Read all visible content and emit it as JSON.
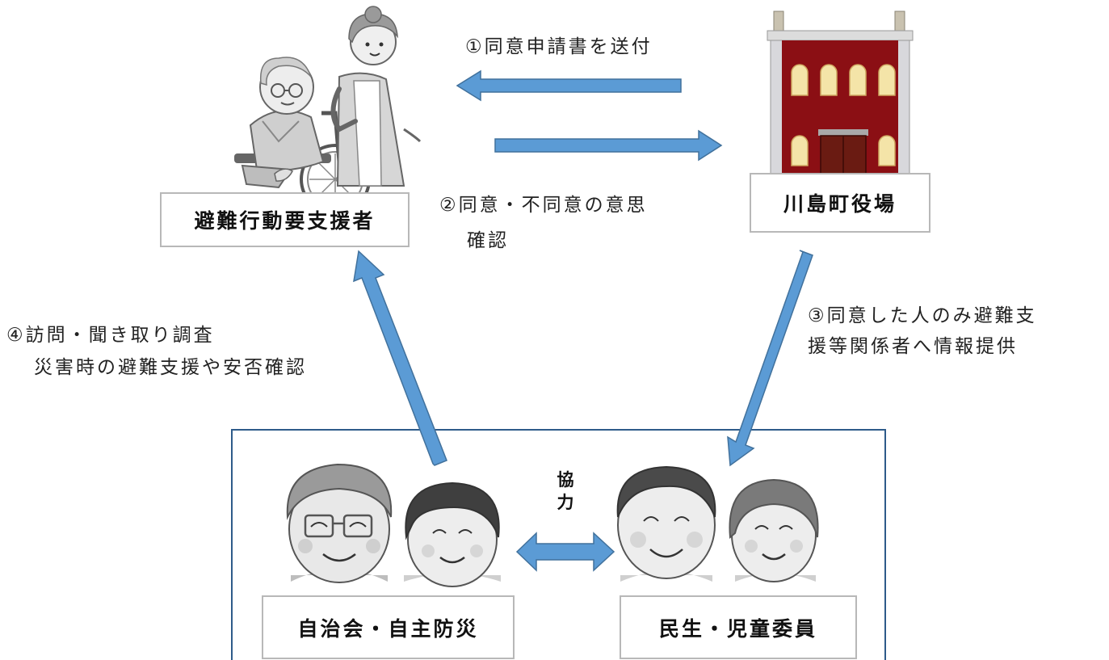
{
  "nodes": {
    "evacuee": "避難行動要支援者",
    "town_office": "川島町役場",
    "neighborhood": "自治会・自主防災",
    "welfare": "民生・児童委員"
  },
  "steps": {
    "step1": "①同意申請書を送付",
    "step2_line1": "②同意・不同意の意思",
    "step2_line2": "確認",
    "step3_line1": "③同意した人のみ避難支",
    "step3_line2": "援等関係者へ情報提供",
    "step4_line1": "④訪問・聞き取り調査",
    "step4_line2": "災害時の避難支援や安否確認"
  },
  "collaboration": {
    "char1": "協",
    "char2": "力"
  },
  "colors": {
    "arrow_fill": "#5b9bd5",
    "arrow_stroke": "#41719c",
    "group_border": "#2e5b8a",
    "building_brick": "#8b0f14",
    "window_light": "#f4e4a8"
  },
  "icons": {
    "caregiver_illustration": "elderly-wheelchair-caregiver-icon",
    "town_hall_illustration": "town-hall-building-icon",
    "residents_illustration": "residents-faces-icon",
    "welfare_illustration": "welfare-commissioners-faces-icon"
  }
}
